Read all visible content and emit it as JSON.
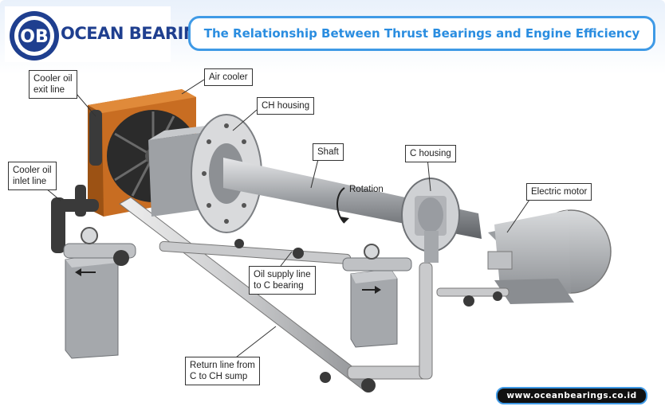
{
  "brand": {
    "name": "OCEAN BEARING",
    "logo_letters": "OB",
    "color": "#1f3f8f"
  },
  "header": {
    "title": "The Relationship Between Thrust Bearings and Engine Efficiency",
    "accent": "#2a8de0"
  },
  "labels": {
    "cooler_oil_exit_line": "Cooler oil\nexit line",
    "air_cooler": "Air cooler",
    "ch_housing": "CH housing",
    "cooler_oil_inlet_line": "Cooler oil\ninlet line",
    "shaft": "Shaft",
    "c_housing": "C housing",
    "rotation": "Rotation",
    "electric_motor": "Electric motor",
    "oil_supply_line": "Oil supply line\nto C bearing",
    "return_line": "Return line from\nC to CH sump"
  },
  "footer": {
    "url": "www.oceanbearings.co.id"
  },
  "colors": {
    "cooler_orange": "#d2772a",
    "metal_grey": "#b9bcc0",
    "pipe_dark": "#3a3a3a"
  }
}
